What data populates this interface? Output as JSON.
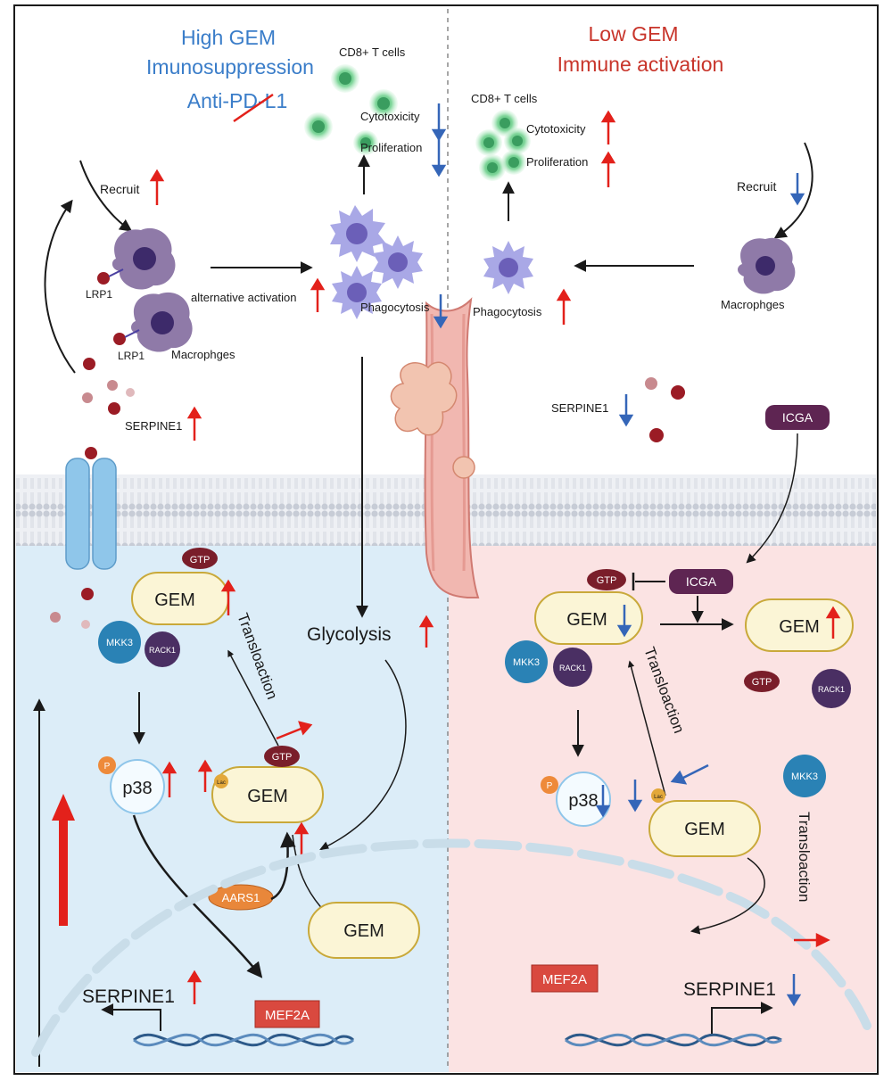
{
  "left_panel": {
    "title_line1": "High GEM",
    "title_line2": "Imunosuppression",
    "title_line3": "Anti-PD-L1",
    "cd8_label": "CD8+ T cells",
    "cytotoxicity": "Cytotoxicity",
    "proliferation": "Proliferation",
    "recruit": "Recruit",
    "lrp1_a": "LRP1",
    "lrp1_b": "LRP1",
    "macrophages": "Macrophges",
    "alternative_activation": "alternative activation",
    "phagocytosis": "Phagocytosis",
    "serpine1_secreted": "SERPINE1",
    "gtp_top": "GTP",
    "gem_top": "GEM",
    "mkk3": "MKK3",
    "rack1": "RACK1",
    "translocation": "Transloaction",
    "glycolysis": "Glycolysis",
    "p_badge": "P",
    "p38": "p38",
    "gtp_mid": "GTP",
    "lac": "Lac",
    "gem_mid": "GEM",
    "aars1": "AARS1",
    "gem_bottom": "GEM",
    "serpine1_gene": "SERPINE1",
    "mef2a": "MEF2A"
  },
  "right_panel": {
    "title_line1": "Low GEM",
    "title_line2": "Immune activation",
    "cd8_label": "CD8+ T cells",
    "cytotoxicity": "Cytotoxicity",
    "proliferation": "Proliferation",
    "recruit": "Recruit",
    "macrophages": "Macrophges",
    "phagocytosis": "Phagocytosis",
    "serpine1_secreted": "SERPINE1",
    "icga_outside": "ICGA",
    "gtp_top": "GTP",
    "icga_inside": "ICGA",
    "gem_left": "GEM",
    "gem_right": "GEM",
    "mkk3": "MKK3",
    "rack1": "RACK1",
    "translocation": "Transloaction",
    "gtp_free": "GTP",
    "rack1_free": "RACK1",
    "mkk3_free": "MKK3",
    "translocation_2": "Transloaction",
    "p_badge": "P",
    "p38": "p38",
    "lac": "Lac",
    "gem_bottom": "GEM",
    "mef2a": "MEF2A",
    "serpine1_gene": "SERPINE1"
  },
  "colors": {
    "blue_text": "#3a7dc9",
    "red_text": "#c8352b",
    "up_arrow": "#e3211b",
    "down_arrow": "#3566b8",
    "left_bg": "#dcedf8",
    "right_bg": "#fbe3e3",
    "gem_fill": "#fbf5d6",
    "gem_stroke": "#c9a93a",
    "mkk3": "#2a82b5",
    "rack1": "#4a2f63",
    "gtp": "#7a1e2a",
    "icga": "#5e2552",
    "mef2a": "#d9493f",
    "phospho": "#ee8a3a",
    "tcell": "#59c27a",
    "dendritic": "#a9a8e6",
    "macrophage": "#8f7aa8"
  },
  "icons": [
    "cd8-t-cell-icon",
    "dendritic-cell-icon",
    "macrophage-icon",
    "blood-vessel-icon",
    "tumor-icon",
    "membrane-channel-icon",
    "dna-icon",
    "cell-membrane-icon",
    "nuclear-envelope-icon"
  ]
}
